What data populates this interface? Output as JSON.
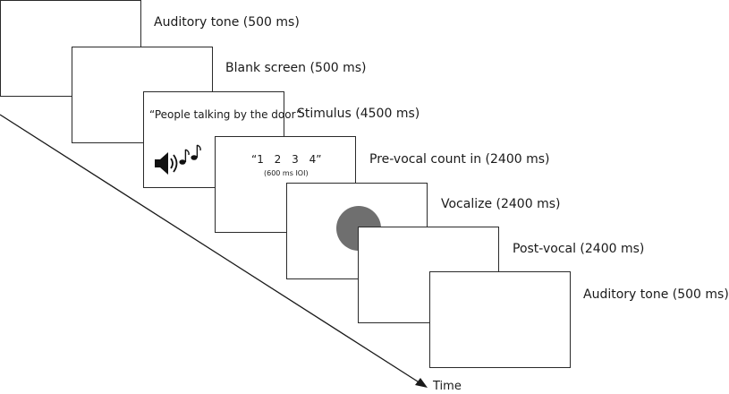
{
  "steps": [
    {
      "label": "Auditory tone (500 ms)"
    },
    {
      "label": "Blank screen (500 ms)"
    },
    {
      "label": "Stimulus (4500 ms)",
      "text": "“People talking by the door”"
    },
    {
      "label": "Pre-vocal count in (2400 ms)",
      "count": "“1  2  3  4”",
      "ioi": "(600 ms IOI)"
    },
    {
      "label": "Vocalize (2400 ms)"
    },
    {
      "label": "Post-vocal (2400 ms)"
    },
    {
      "label": "Auditory tone (500 ms)"
    }
  ],
  "time_axis": {
    "label": "Time"
  },
  "icons": {
    "speaker": "speaker-icon",
    "notes": "music-notes-icon"
  },
  "colors": {
    "stroke": "#2a2a2a",
    "disk": "#6f6f6f"
  }
}
